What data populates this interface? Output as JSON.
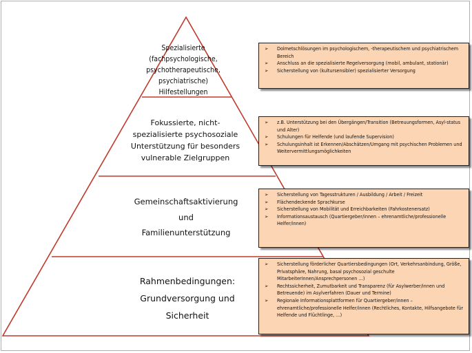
{
  "tiers": [
    {
      "lines": [
        "Spezialisierte",
        "(fachpsychologische,",
        "psychotherapeutische,",
        "psychiatrische)",
        "Hilfestellungen"
      ]
    },
    {
      "lines": [
        "Fokussierte, nicht-",
        "spezialisierte psychosoziale",
        "Unterstützung für besonders",
        "vulnerable Zielgruppen"
      ]
    },
    {
      "lines": [
        "Gemeinschaftsaktivierung",
        "und",
        "Familienunterstützung"
      ]
    },
    {
      "lines": [
        "Rahmenbedingungen:",
        "Grundversorgung und",
        "Sicherheit"
      ]
    }
  ],
  "boxes": [
    {
      "items": [
        "Dolmetschlösungen im psychologischem, -therapeutischem und psychiatrischem  Bereich",
        "Anschluss an die spezialisierte Regelversorgung (mobil, ambulant, stationär)",
        "Sicherstellung von (kultursensibler) spezialisierter Versorgung"
      ]
    },
    {
      "items": [
        "z.B. Unterstützung bei den Übergängen/Transition (Betreuungsformen, Asyl-status und Alter)",
        "Schulungen für Helfende (und laufende Supervision)",
        "Schulungsinhalt ist Erkennen/Abschätzen/Umgang mit psychischen Problemen und Weitervermittlungsmöglichkeiten"
      ]
    },
    {
      "items": [
        "Sicherstellung von Tagesstrukturen / Ausbildung / Arbeit / Freizeit",
        "Flächendeckende Sprachkurse",
        "Sicherstellung von Mobilität und Erreichbarkeiten (Fahrkostenersatz)",
        "Informationsaustausch (Quartiergeber/innen – ehrenamtliche/professionelle Helfer/innen)"
      ]
    },
    {
      "items": [
        "Sicherstellung förderlicher Quartiersbedingungen (Ort, Verkehrsanbindung, Größe, Privatsphäre, Nahrung, basal psychosozial geschulte MitarbeiterInnen/Ansprechpersonen …)",
        "Rechtssicherheit, Zumutbarkeit und Transparenz (für Asylwerber/innen und Betreuende) im Asylverfahren (Dauer und Termine)",
        "Regionale Informationsplattformen für Quartiergeber/innen – ehrenamtliche/professionelle Helfer/innen (Rechtliches, Kontakte, Hilfsangebote für Helfende und Flüchtlinge, …)"
      ]
    }
  ],
  "bullet_glyph": "➢",
  "colors": {
    "pyramid_line": "#c0392b",
    "box_fill": "#fcd5b4",
    "frame": "#8fb6d8"
  }
}
